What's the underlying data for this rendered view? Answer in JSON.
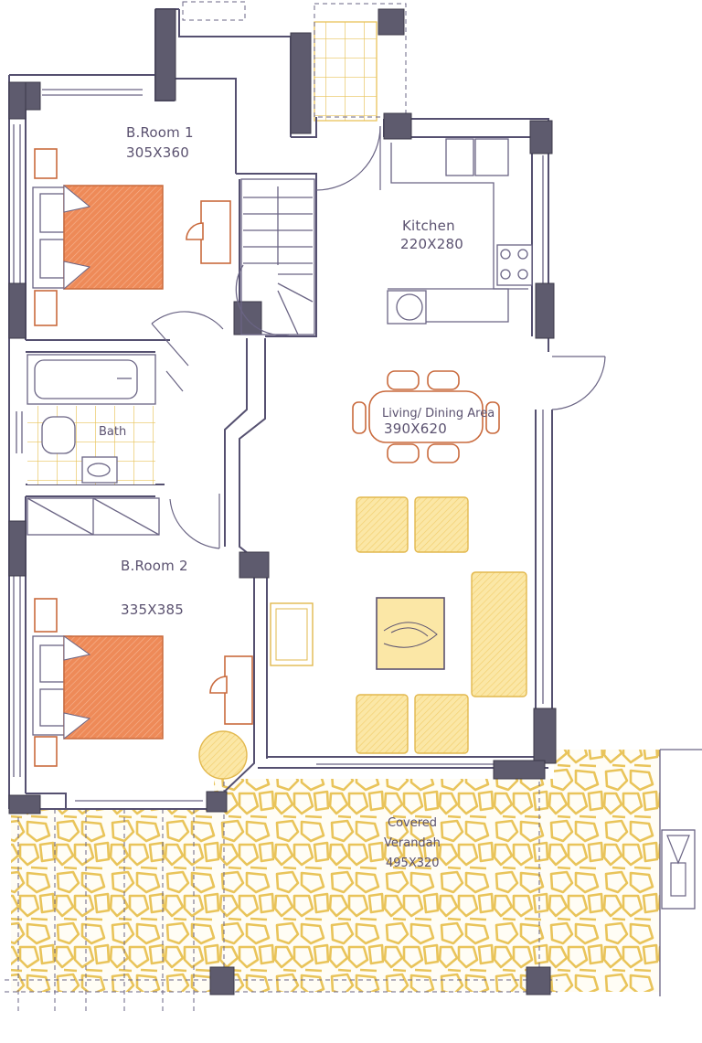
{
  "plan": {
    "rooms": [
      {
        "name": "B.Room 1",
        "size": "305X360"
      },
      {
        "name": "Kitchen",
        "size": "220X280"
      },
      {
        "name": "Living/ Dining Area",
        "size": "390X620"
      },
      {
        "name": "Bath",
        "size": ""
      },
      {
        "name": "B.Room 2",
        "size": "335X385"
      },
      {
        "name": "Covered Verandah",
        "size": "495X320"
      }
    ],
    "verandah_lines": [
      "Covered",
      "Verandah",
      "495X320"
    ],
    "colors": {
      "walls": "#555070",
      "piers": "#5e5b6e",
      "bed": "#ee8a58",
      "furniture_outline": "#c96a3d",
      "sofa": "#fbe7a6",
      "paving": "#e9c45a",
      "paving_fill": "#fffdf3"
    }
  }
}
